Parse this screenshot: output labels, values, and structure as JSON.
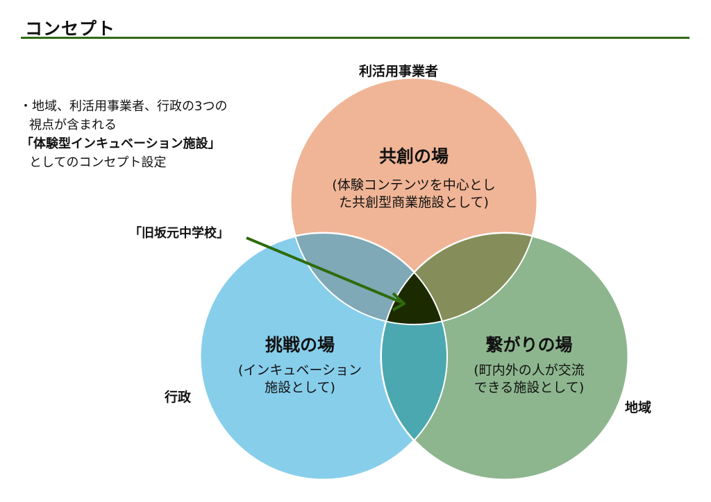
{
  "title": "コンセプト",
  "bullet": {
    "line1": "・地域、利活用事業者、行政の3つの",
    "line2": "視点が含まれる",
    "line3": "「体験型インキュベーション施設」",
    "line4": "としてのコンセプト設定"
  },
  "callout": "「旧坂元中学校」",
  "circles": {
    "top": {
      "label": "利活用事業者",
      "title": "共創の場",
      "sub1": "(体験コンテンツを中心とし",
      "sub2": "た共創型商業施設として)",
      "color": "#F0B596"
    },
    "left": {
      "label": "行政",
      "title": "挑戦の場",
      "sub1": "(インキュベーション",
      "sub2": "施設として)",
      "color": "#87CEEB"
    },
    "right": {
      "label": "地域",
      "title": "繋がりの場",
      "sub1": "(町内外の人が交流",
      "sub2": "できる施設として)",
      "color": "#8DB68E"
    }
  },
  "overlap_colors": {
    "top_left": "#7FA9B7",
    "top_right": "#858E5A",
    "left_right": "#4BA8B0",
    "center": "#1C2A00"
  },
  "arrow_color": "#2E6B0A"
}
